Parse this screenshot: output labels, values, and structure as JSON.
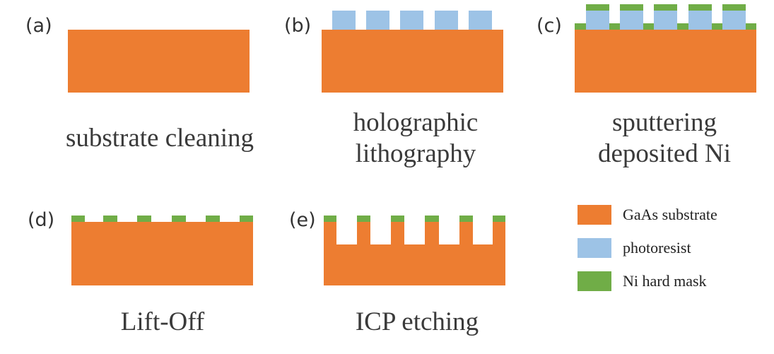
{
  "panels": [
    {
      "tag": "(a)",
      "caption_lines": [
        "substrate cleaning"
      ]
    },
    {
      "tag": "(b)",
      "caption_lines": [
        "holographic",
        "lithography"
      ]
    },
    {
      "tag": "(c)",
      "caption_lines": [
        "sputtering",
        "deposited Ni"
      ]
    },
    {
      "tag": "(d)",
      "caption_lines": [
        "Lift-Off"
      ]
    },
    {
      "tag": "(e)",
      "caption_lines": [
        "ICP etching"
      ]
    }
  ],
  "legend": [
    {
      "label": "GaAs substrate",
      "color": "#ED7D31"
    },
    {
      "label": "photoresist",
      "color": "#9DC3E6"
    },
    {
      "label": "Ni hard mask",
      "color": "#70AD47"
    }
  ],
  "colors": {
    "substrate": "#ED7D31",
    "photoresist": "#9DC3E6",
    "ni": "#70AD47"
  }
}
